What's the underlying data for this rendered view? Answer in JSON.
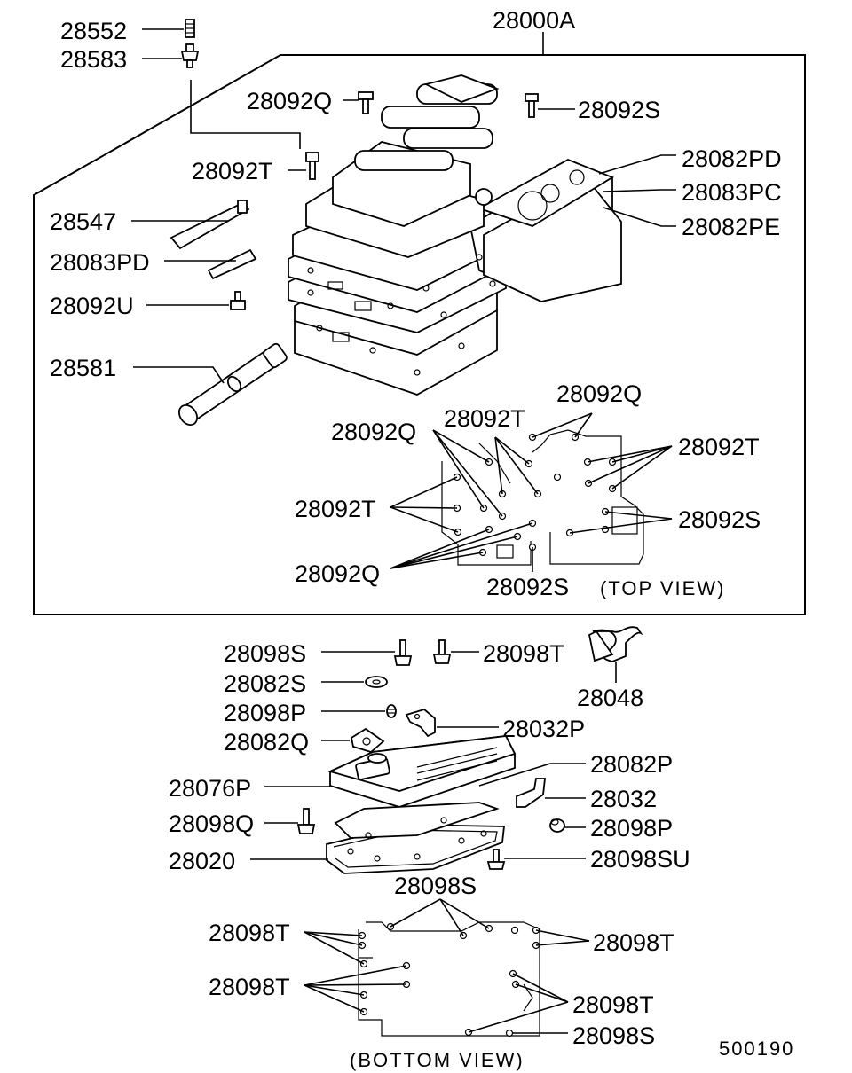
{
  "labels": {
    "l28552": "28552",
    "l28583": "28583",
    "l28000A": "28000A",
    "l28092Q_top": "28092Q",
    "l28092S_top": "28092S",
    "l28092T_top": "28092T",
    "l28082PD": "28082PD",
    "l28083PC": "28083PC",
    "l28082PE": "28082PE",
    "l28547": "28547",
    "l28083PD": "28083PD",
    "l28092U": "28092U",
    "l28581": "28581",
    "tv_28092Q_a": "28092Q",
    "tv_28092T_a": "28092T",
    "tv_28092Q_b": "28092Q",
    "tv_28092T_b": "28092T",
    "tv_28092T_c": "28092T",
    "tv_28092S_a": "28092S",
    "tv_28092Q_c": "28092Q",
    "tv_28092S_b": "28092S",
    "top_view": "(TOP VIEW)",
    "l28098S": "28098S",
    "l28098T": "28098T",
    "l28048": "28048",
    "l28082S": "28082S",
    "l28098P": "28098P",
    "l28032P": "28032P",
    "l28082Q": "28082Q",
    "l28082P": "28082P",
    "l28076P": "28076P",
    "l28032": "28032",
    "l28098Q": "28098Q",
    "l28098P_b": "28098P",
    "l28020": "28020",
    "l28098SU": "28098SU",
    "bv_28098S_a": "28098S",
    "bv_28098T_a": "28098T",
    "bv_28098T_b": "28098T",
    "bv_28098T_c": "28098T",
    "bv_28098T_d": "28098T",
    "bv_28098S_b": "28098S",
    "bottom_view": "(BOTTOM VIEW)",
    "code": "500190"
  }
}
